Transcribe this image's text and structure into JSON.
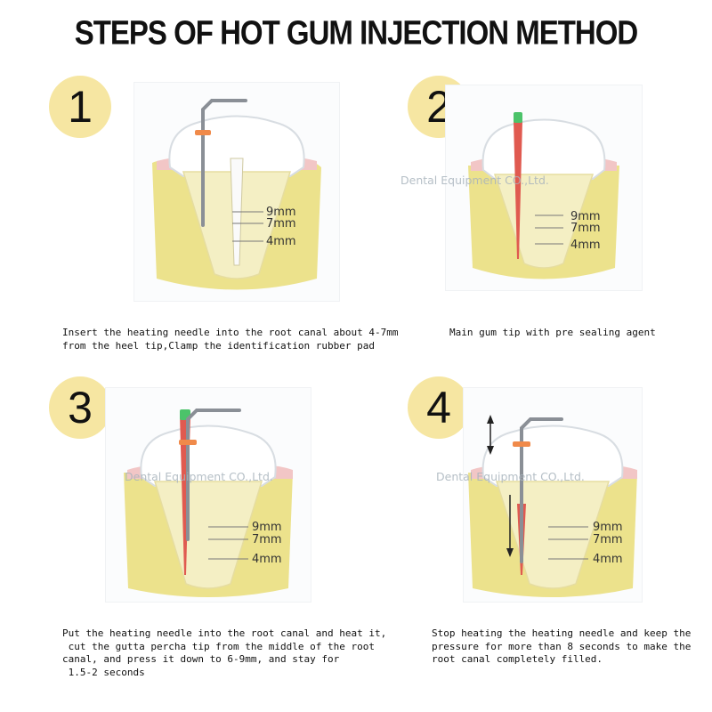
{
  "title": "STEPS OF HOT GUM INJECTION METHOD",
  "watermark": "Dental Equipment CO.,Ltd.",
  "measure_labels": [
    "9mm",
    "7mm",
    "4mm"
  ],
  "colors": {
    "badge": "#f6e6a2",
    "gum": "#f2c6c6",
    "bone": "#ece28c",
    "needle": "#8a8f96",
    "gutta_percha": "#e05a50",
    "rubber_stop": "#f08a4a",
    "tip_green": "#4cc36a"
  },
  "steps": [
    {
      "number": "1",
      "caption": "Insert the heating needle into the root canal about 4-7mm\nfrom the heel tip,Clamp the identification rubber pad"
    },
    {
      "number": "2",
      "caption": "Main gum tip with pre sealing agent"
    },
    {
      "number": "3",
      "caption": "Put the heating needle into the root canal and heat it,\n cut the gutta percha tip from the middle of the root\ncanal, and press it down to 6-9mm, and stay for\n 1.5-2 seconds"
    },
    {
      "number": "4",
      "caption": "Stop heating the heating needle and keep the\npressure for more than 8 seconds to make the\nroot canal completely filled."
    }
  ]
}
